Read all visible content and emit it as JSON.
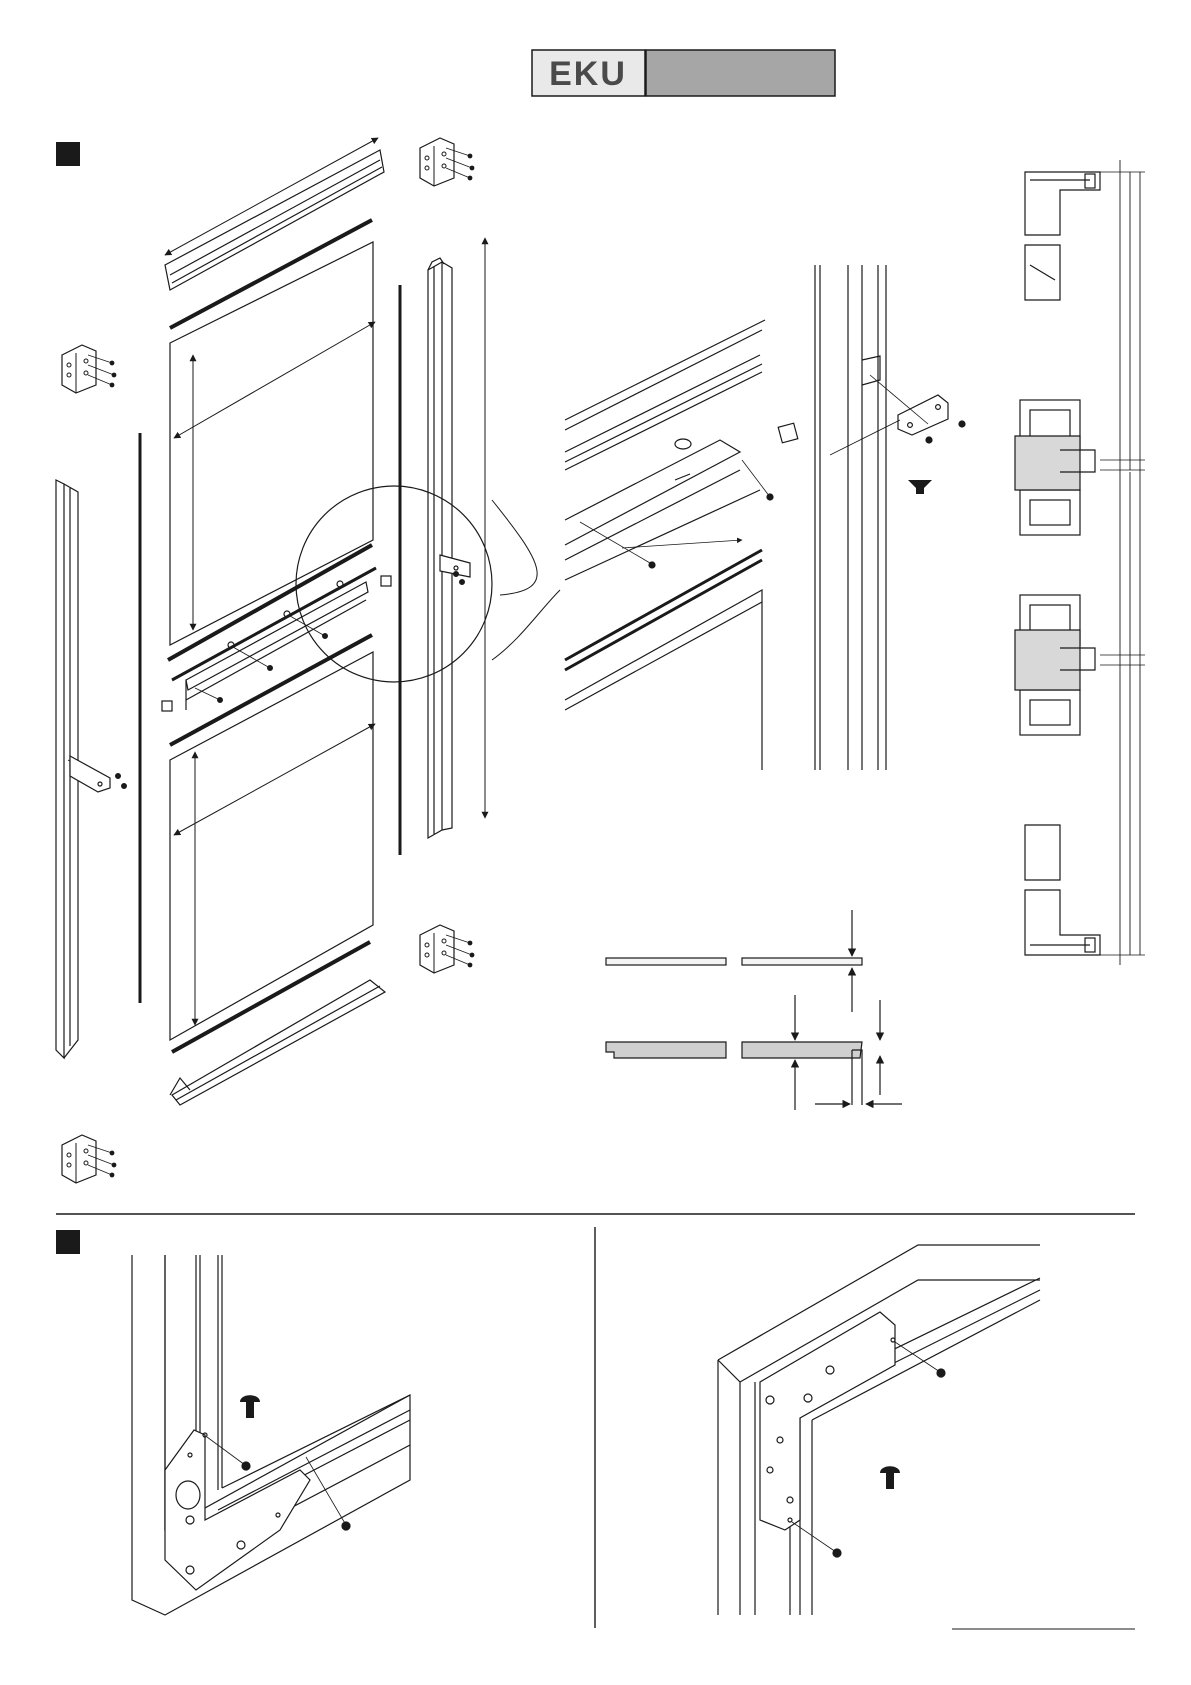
{
  "header": {
    "logo_text": "EKU",
    "logo_bar_color": "#a6a6a6",
    "logo_box_color": "#e9e9e9"
  },
  "sections": [
    {
      "marker": "black-square",
      "content": "exploded-door-assembly-with-profiles"
    },
    {
      "marker": "black-square",
      "content": "corner-bracket-assembly-views"
    }
  ],
  "icons": {
    "screw_head_countersunk": "countersunk-screw-head-icon",
    "screw_head_pan": "pan-head-screw-icon"
  },
  "colors": {
    "line": "#1a1a1a",
    "panel_fill": "#f4f4f4",
    "glass_fill": "#d0d0d0",
    "marker": "#1a1a1a"
  }
}
